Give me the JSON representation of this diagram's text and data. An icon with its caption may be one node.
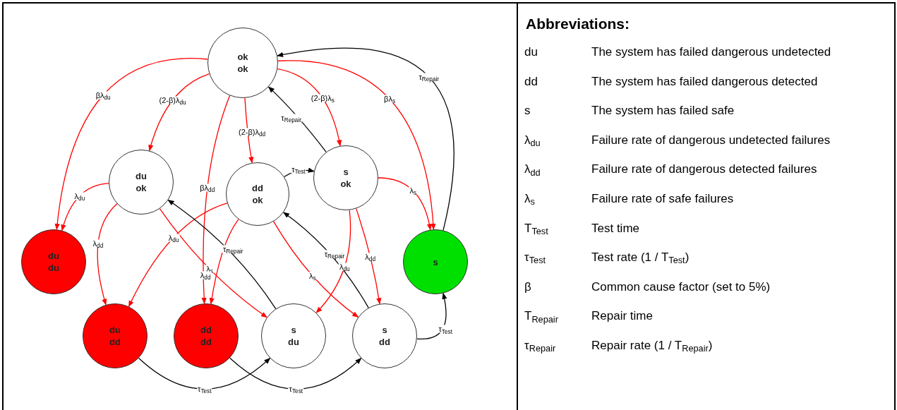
{
  "diagram": {
    "nodes": [
      {
        "text": [
          "ok",
          "ok"
        ]
      },
      {
        "text": [
          "du",
          "ok"
        ]
      },
      {
        "text": [
          "dd",
          "ok"
        ]
      },
      {
        "text": [
          "s",
          "ok"
        ]
      },
      {
        "text": [
          "du",
          "du"
        ]
      },
      {
        "text": [
          "du",
          "dd"
        ]
      },
      {
        "text": [
          "dd",
          "dd"
        ]
      },
      {
        "text": [
          "s",
          "du"
        ]
      },
      {
        "text": [
          "s",
          "dd"
        ]
      },
      {
        "text": [
          "s"
        ]
      }
    ],
    "edges": [
      {
        "from": 0,
        "to": 4,
        "arrow": "to",
        "label": "βλ$_{du}$"
      },
      {
        "from": 0,
        "to": 1,
        "arrow": "to",
        "label": "(2-β)λ$_{du}$"
      },
      {
        "from": 0,
        "to": 6,
        "arrow": "to",
        "label": "βλ$_{dd}$"
      },
      {
        "from": 0,
        "to": 2,
        "arrow": "to",
        "label": "(2-β)λ$_{dd}$"
      },
      {
        "from": 0,
        "to": 3,
        "arrow": "to",
        "label": "(2-β)λ$_{s}$"
      },
      {
        "from": 0,
        "to": 9,
        "arrow": "to",
        "label": "βλ$_{s}$"
      },
      {
        "from": 9,
        "to": 0,
        "arrow": "to",
        "label": "τ$_{Repair}$",
        "color": "#000000"
      },
      {
        "from": 3,
        "to": 0,
        "arrow": "to",
        "label": "τ$_{Repair}$",
        "color": "#000000"
      },
      {
        "from": 2,
        "to": 3,
        "arrow": "to",
        "label": "τ$_{Test}$",
        "color": "#000000"
      },
      {
        "from": 1,
        "to": 4,
        "arrow": "to",
        "label": "λ$_{du}$"
      },
      {
        "from": 1,
        "to": 5,
        "arrow": "to",
        "label": "λ$_{dd}$"
      },
      {
        "from": 1,
        "to": 7,
        "arrow": "to",
        "label": "λ$_{s}$"
      },
      {
        "from": 2,
        "to": 5,
        "arrow": "to",
        "label": "λ$_{du}$"
      },
      {
        "from": 2,
        "to": 6,
        "arrow": "to",
        "label": "λ$_{dd}$"
      },
      {
        "from": 2,
        "to": 8,
        "arrow": "to",
        "label": "λ$_{s}$"
      },
      {
        "from": 3,
        "to": 7,
        "arrow": "to",
        "label": "λ$_{du}$"
      },
      {
        "from": 3,
        "to": 8,
        "arrow": "to",
        "label": "λ$_{dd}$"
      },
      {
        "from": 3,
        "to": 9,
        "arrow": "to",
        "label": "λ$_{s}$"
      },
      {
        "from": 7,
        "to": 1,
        "arrow": "to",
        "label": "τ$_{Repair}$",
        "color": "#000000"
      },
      {
        "from": 8,
        "to": 2,
        "arrow": "to",
        "label": "τ$_{Repair}$",
        "color": "#000000"
      },
      {
        "from": 5,
        "to": 7,
        "arrow": "to",
        "label": "τ$_{Test}$",
        "color": "#000000"
      },
      {
        "from": 6,
        "to": 8,
        "arrow": "to",
        "label": "τ$_{Test}$",
        "color": "#000000"
      },
      {
        "from": 8,
        "to": 9,
        "arrow": "to",
        "label": "τ$_{Test}$",
        "color": "#000000"
      }
    ],
    "labels": [
      "Abbreviations:",
      "du",
      "The system has failed dangerous undetected",
      "dd",
      "The system has failed dangerous detected",
      "s",
      "The system has failed safe",
      "λ$_{du}$",
      "Failure rate of dangerous undetected failures",
      "λ$_{dd}$",
      "Failure rate of dangerous detected failures",
      "λ$_{s}$",
      "Failure rate of safe failures",
      "T$_{Test}$",
      "Test time",
      "τ$_{Test}$",
      "Test rate (1 / T$_{Test}$)",
      "β",
      "Common cause factor (set to 5%)",
      "T$_{Repair}$",
      "Repair time",
      "τ$_{Repair}$",
      "Repair rate (1 / T$_{Repair}$)"
    ]
  }
}
